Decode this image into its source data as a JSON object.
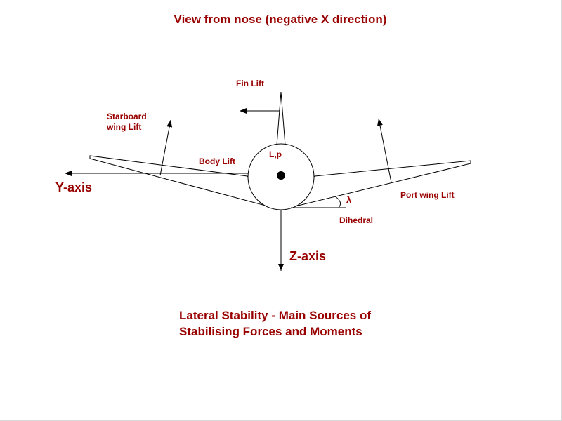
{
  "title": "View from nose (negative X direction)",
  "diagram": {
    "labels": {
      "fin_lift": "Fin Lift",
      "starboard_wing_lift": "Starboard wing Lift",
      "body_lift": "Body Lift",
      "rolling_moment": "L,p",
      "y_axis": "Y-axis",
      "z_axis": "Z-axis",
      "port_wing_lift": "Port wing Lift",
      "dihedral_symbol": "λ",
      "dihedral": "Dihedral"
    }
  },
  "caption": {
    "line1": "Lateral Stability - Main Sources of",
    "line2": "Stabilising Forces and Moments"
  },
  "colors": {
    "label_text": "#990000",
    "line": "#000000",
    "background": "#ffffff"
  }
}
